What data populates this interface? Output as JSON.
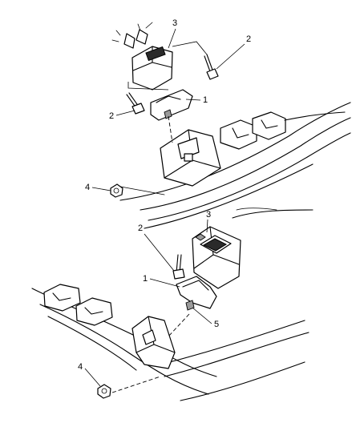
{
  "diagram": {
    "callouts": {
      "top_3": "3",
      "top_2_right": "2",
      "top_1": "1",
      "top_2_left": "2",
      "top_4": "4",
      "bottom_3": "3",
      "bottom_2": "2",
      "bottom_1": "1",
      "bottom_5": "5",
      "bottom_4": "4"
    }
  }
}
